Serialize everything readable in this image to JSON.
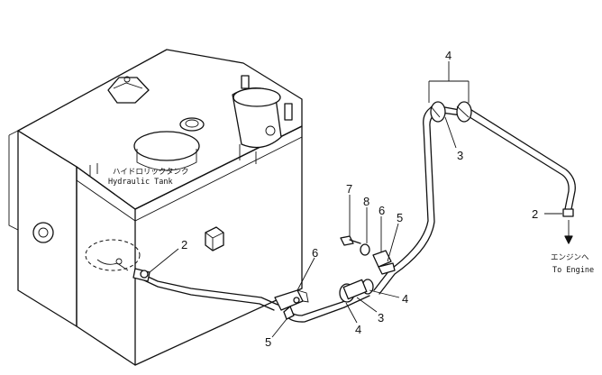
{
  "tank": {
    "label_jp": "ハイドロリックタンク",
    "label_en": "Hydraulic Tank"
  },
  "engine": {
    "label_jp": "エンジンへ",
    "label_en": "To Engine"
  },
  "callouts": {
    "c2_tank": "2",
    "c6_left": "6",
    "c7": "7",
    "c8": "8",
    "c6_right": "6",
    "c5_top": "5",
    "c4_mid": "4",
    "c3_low": "3",
    "c4_low": "4",
    "c5_low": "5",
    "c4_top": "4",
    "c3_top": "3",
    "c2_engine": "2"
  }
}
